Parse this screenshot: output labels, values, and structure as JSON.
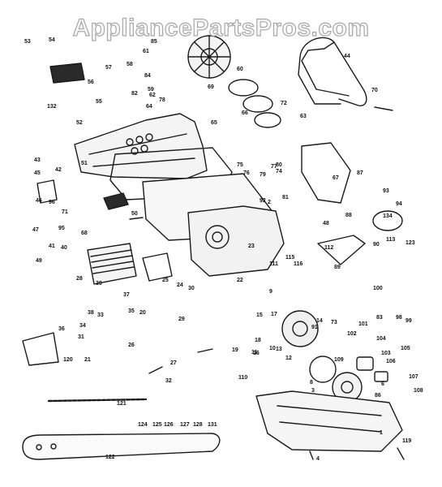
{
  "watermark": "AppliancePartsPros.com",
  "callouts": [
    "1",
    "2",
    "3",
    "4",
    "6",
    "8",
    "9",
    "10",
    "11",
    "12",
    "13",
    "14",
    "15",
    "16",
    "17",
    "18",
    "19",
    "20",
    "21",
    "22",
    "23",
    "24",
    "25",
    "26",
    "27",
    "28",
    "29",
    "30",
    "31",
    "32",
    "33",
    "34",
    "35",
    "36",
    "37",
    "38",
    "39",
    "40",
    "41",
    "42",
    "43",
    "44",
    "45",
    "46",
    "47",
    "48",
    "49",
    "50",
    "51",
    "52",
    "53",
    "54",
    "55",
    "56",
    "57",
    "58",
    "59",
    "60",
    "61",
    "62",
    "63",
    "64",
    "65",
    "66",
    "67",
    "68",
    "69",
    "70",
    "71",
    "72",
    "73",
    "74",
    "75",
    "76",
    "77",
    "78",
    "79",
    "80",
    "81",
    "82",
    "83",
    "84",
    "85",
    "86",
    "87",
    "88",
    "89",
    "90",
    "91",
    "92",
    "93",
    "94",
    "95",
    "96",
    "98",
    "99",
    "100",
    "101",
    "102",
    "103",
    "104",
    "105",
    "106",
    "107",
    "108",
    "109",
    "110",
    "111",
    "112",
    "113",
    "115",
    "116",
    "119",
    "120",
    "121",
    "122",
    "123",
    "124",
    "125",
    "126",
    "127",
    "128",
    "131",
    "132",
    "134"
  ],
  "colors": {
    "ink": "#1a1a1a",
    "paper": "#ffffff",
    "watermark": "#a9a9a9"
  }
}
